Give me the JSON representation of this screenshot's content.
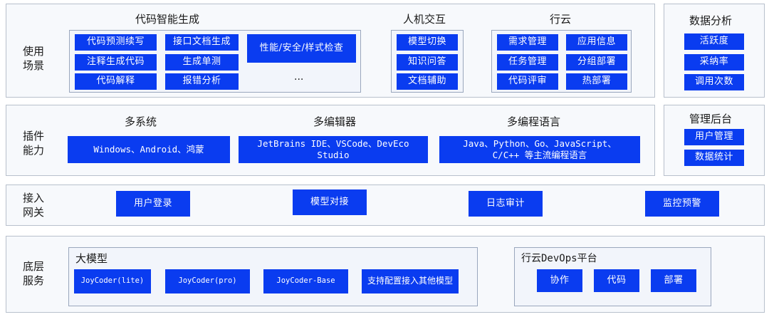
{
  "rows": {
    "scenarios": {
      "label": "使用\n场景"
    },
    "plugin": {
      "label": "插件\n能力"
    },
    "gateway": {
      "label": "接入\n网关"
    },
    "base": {
      "label": "底层\n服务"
    }
  },
  "code_gen": {
    "title": "代码智能生成",
    "items": [
      "代码预测续写",
      "接口文档生成",
      "注释生成代码",
      "生成单测",
      "代码解释",
      "报错分析",
      "性能/安全/样式检查"
    ],
    "ellipsis": "..."
  },
  "hci": {
    "title": "人机交互",
    "items": [
      "模型切换",
      "知识问答",
      "文档辅助"
    ]
  },
  "xingyun": {
    "title": "行云",
    "items": [
      "需求管理",
      "应用信息",
      "任务管理",
      "分组部署",
      "代码评审",
      "热部署"
    ]
  },
  "analytics": {
    "title": "数据分析",
    "items": [
      "活跃度",
      "采纳率",
      "调用次数"
    ]
  },
  "plugin_caps": {
    "multi_system": {
      "title": "多系统",
      "value": "Windows、Android、鸿蒙"
    },
    "multi_editor": {
      "title": "多编辑器",
      "value": "JetBrains IDE、VSCode、DevEco\nStudio"
    },
    "multi_lang": {
      "title": "多编程语言",
      "value": "Java、Python、Go、JavaScript、\nC/C++ 等主流编程语言"
    }
  },
  "admin": {
    "title": "管理后台",
    "items": [
      "用户管理",
      "数据统计"
    ]
  },
  "gateway_items": [
    "用户登录",
    "模型对接",
    "日志审计",
    "监控预警"
  ],
  "llm": {
    "title": "大模型",
    "items": [
      "JoyCoder(lite)",
      "JoyCoder(pro)",
      "JoyCoder-Base",
      "支持配置接入其他模型"
    ]
  },
  "devops": {
    "title": "行云DevOps平台",
    "items": [
      "协作",
      "代码",
      "部署"
    ]
  },
  "colors": {
    "accent": "#0a3cf0",
    "border": "#b8c0cc"
  }
}
